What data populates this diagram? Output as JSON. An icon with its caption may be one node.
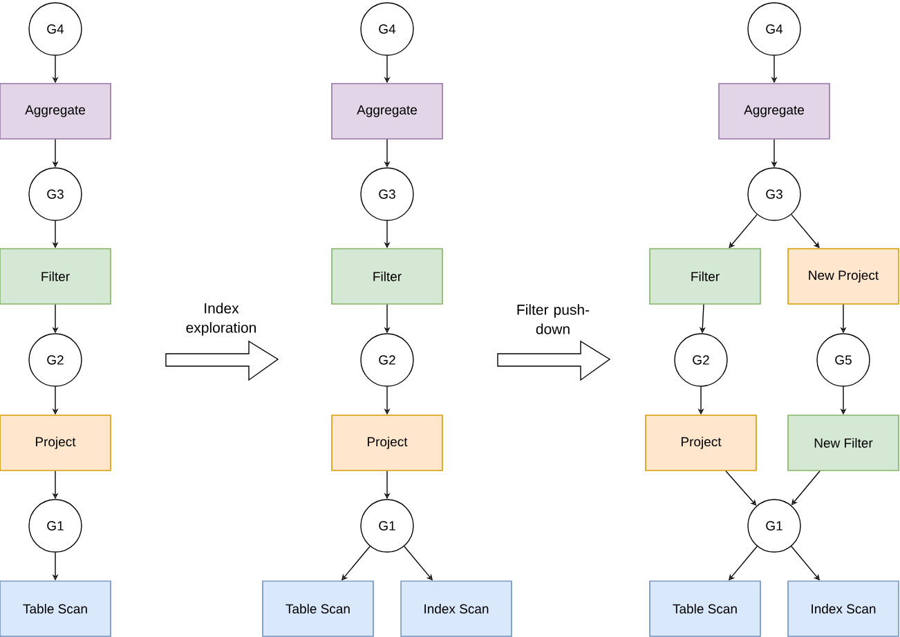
{
  "diagram": {
    "nodes": [
      {
        "text": [
          "G4"
        ]
      },
      {
        "text": [
          "Aggregate"
        ]
      },
      {
        "text": [
          "G3"
        ]
      },
      {
        "text": [
          "Filter"
        ]
      },
      {
        "text": [
          "G2"
        ]
      },
      {
        "text": [
          "Project"
        ]
      },
      {
        "text": [
          "G1"
        ]
      },
      {
        "text": [
          "Table Scan"
        ]
      },
      {
        "text": [
          "G4"
        ]
      },
      {
        "text": [
          "Aggregate"
        ]
      },
      {
        "text": [
          "G3"
        ]
      },
      {
        "text": [
          "Filter"
        ]
      },
      {
        "text": [
          "G2"
        ]
      },
      {
        "text": [
          "Project"
        ]
      },
      {
        "text": [
          "G1"
        ]
      },
      {
        "text": [
          "Table Scan"
        ]
      },
      {
        "text": [
          "Index Scan"
        ]
      },
      {
        "text": [
          "G4"
        ]
      },
      {
        "text": [
          "Aggregate"
        ]
      },
      {
        "text": [
          "G3"
        ]
      },
      {
        "text": [
          "Filter"
        ]
      },
      {
        "text": [
          "New Project"
        ]
      },
      {
        "text": [
          "G2"
        ]
      },
      {
        "text": [
          "G5"
        ]
      },
      {
        "text": [
          "Project"
        ]
      },
      {
        "text": [
          "New Filter"
        ]
      },
      {
        "text": [
          "G1"
        ]
      },
      {
        "text": [
          "Table Scan"
        ]
      },
      {
        "text": [
          "Index Scan"
        ]
      }
    ],
    "edges": [
      {
        "from": 0,
        "to": 1,
        "arrow": "to"
      },
      {
        "from": 1,
        "to": 2,
        "arrow": "to"
      },
      {
        "from": 2,
        "to": 3,
        "arrow": "to"
      },
      {
        "from": 3,
        "to": 4,
        "arrow": "to"
      },
      {
        "from": 4,
        "to": 5,
        "arrow": "to"
      },
      {
        "from": 5,
        "to": 6,
        "arrow": "to"
      },
      {
        "from": 6,
        "to": 7,
        "arrow": "to"
      },
      {
        "from": 8,
        "to": 9,
        "arrow": "to"
      },
      {
        "from": 9,
        "to": 10,
        "arrow": "to"
      },
      {
        "from": 10,
        "to": 11,
        "arrow": "to"
      },
      {
        "from": 11,
        "to": 12,
        "arrow": "to"
      },
      {
        "from": 12,
        "to": 13,
        "arrow": "to"
      },
      {
        "from": 13,
        "to": 14,
        "arrow": "to"
      },
      {
        "from": 14,
        "to": 15,
        "arrow": "to"
      },
      {
        "from": 14,
        "to": 16,
        "arrow": "to"
      },
      {
        "from": 17,
        "to": 18,
        "arrow": "to"
      },
      {
        "from": 18,
        "to": 19,
        "arrow": "to"
      },
      {
        "from": 19,
        "to": 20,
        "arrow": "to"
      },
      {
        "from": 19,
        "to": 21,
        "arrow": "to"
      },
      {
        "from": 20,
        "to": 22,
        "arrow": "to"
      },
      {
        "from": 21,
        "to": 23,
        "arrow": "to"
      },
      {
        "from": 22,
        "to": 24,
        "arrow": "to"
      },
      {
        "from": 23,
        "to": 25,
        "arrow": "to"
      },
      {
        "from": 24,
        "to": 26,
        "arrow": "to"
      },
      {
        "from": 25,
        "to": 26,
        "arrow": "to"
      },
      {
        "from": 26,
        "to": 27,
        "arrow": "to"
      },
      {
        "from": 26,
        "to": 28,
        "arrow": "to"
      }
    ],
    "labels": [
      "Index exploration",
      "Filter push-down"
    ]
  }
}
